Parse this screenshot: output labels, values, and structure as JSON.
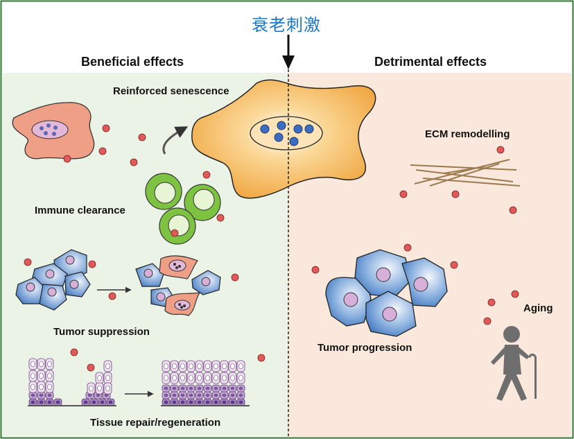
{
  "stimulus": "衰老刺激",
  "left_heading": "Beneficial effects",
  "right_heading": "Detrimental effects",
  "labels": {
    "reinforced": "Reinforced senescence",
    "immune": "Immune clearance",
    "tumor_suppression": "Tumor suppression",
    "tissue_repair": "Tissue repair/regeneration",
    "ecm": "ECM remodelling",
    "tumor_progression": "Tumor progression",
    "aging": "Aging"
  },
  "colors": {
    "left_panel": "#eaf3e6",
    "right_panel": "#fbe8dc",
    "stimulus_text": "#1a78c2",
    "sasp_dot": "#e05a5a",
    "immune_cell": "#7ec242",
    "tumor_cell": "#4a86c8",
    "senescent_cell": "#f5b95a",
    "person": "#6e6e6e"
  },
  "icons": [
    "senescent-cell-icon",
    "immune-cell-icon",
    "tumor-cell-icon",
    "epithelium-icon",
    "ecm-fibers-icon",
    "elderly-person-icon"
  ]
}
